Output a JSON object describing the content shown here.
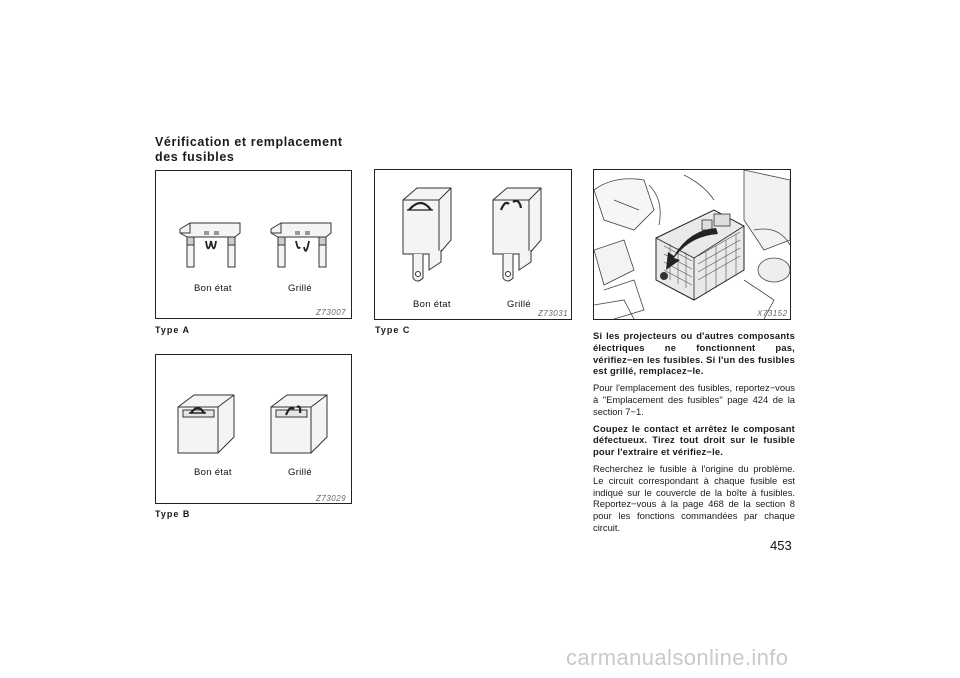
{
  "heading": {
    "line1": "Vérification et remplacement",
    "line2": "des fusibles"
  },
  "figures": {
    "type_a": {
      "good_label": "Bon état",
      "blown_label": "Grillé",
      "code": "Z73007",
      "caption": "Type A"
    },
    "type_b": {
      "good_label": "Bon état",
      "blown_label": "Grillé",
      "code": "Z73029",
      "caption": "Type B"
    },
    "type_c": {
      "good_label": "Bon état",
      "blown_label": "Grillé",
      "code": "Z73031",
      "caption": "Type C"
    },
    "engine": {
      "code": "X73152"
    }
  },
  "body": {
    "p1": "Si les projecteurs ou d'autres composants électriques ne fonctionnent pas, vérifiez−en les fusibles. Si l'un des fusibles est grillé, remplacez−le.",
    "p2": "Pour l'emplacement des fusibles, reportez−vous à \"Emplacement des fusibles\" page 424 de la section 7−1.",
    "p3": "Coupez le contact et arrêtez le composant défectueux. Tirez tout droit sur le fusible pour l'extraire et vérifiez−le.",
    "p4": "Recherchez le fusible à l'origine du problème. Le circuit correspondant à chaque fusible est indiqué sur le couvercle de la boîte à fusibles. Reportez−vous à la page 468 de la section 8 pour les fonctions commandées par chaque circuit."
  },
  "page_number": "453",
  "watermark": "carmanualsonline.info"
}
